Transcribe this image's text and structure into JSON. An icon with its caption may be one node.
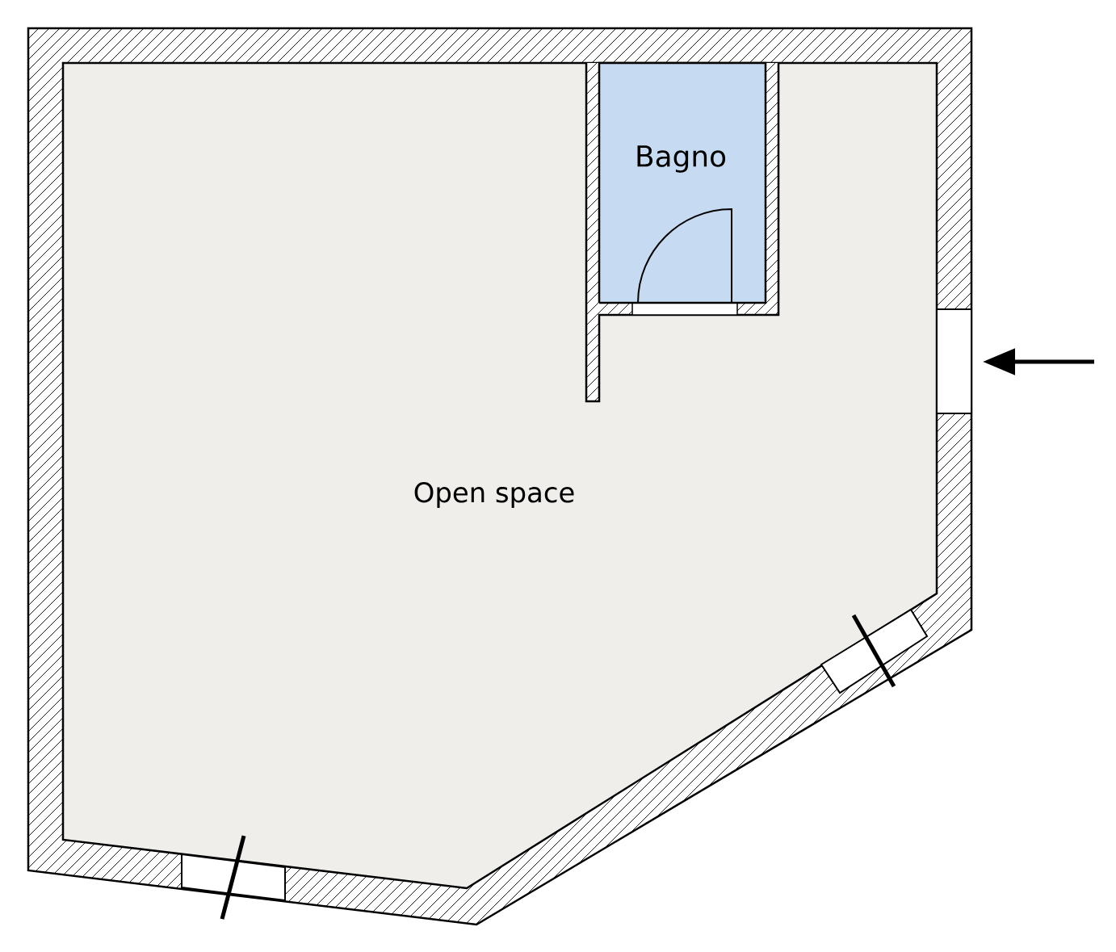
{
  "diagram": {
    "nodes": [
      {
        "text": [
          "Open space"
        ]
      },
      {
        "text": [
          "Bagno"
        ],
        "in": 0
      }
    ]
  }
}
